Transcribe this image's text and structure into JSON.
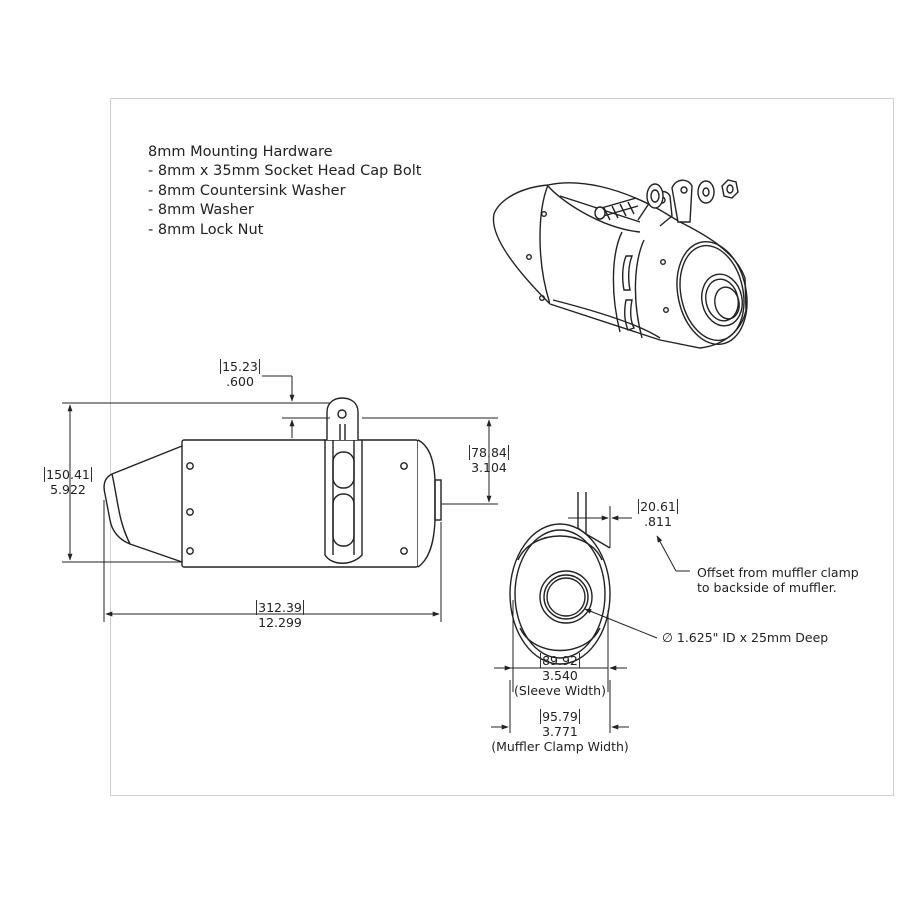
{
  "hardware": {
    "title": "8mm Mounting Hardware",
    "items": [
      "- 8mm x 35mm Socket Head Cap Bolt",
      "- 8mm Countersink Washer",
      "- 8mm Washer",
      "- 8mm Lock Nut"
    ]
  },
  "dimensions": {
    "bracket_offset": {
      "mm": "15.23",
      "in": ".600"
    },
    "overall_height": {
      "mm": "150.41",
      "in": "5.922"
    },
    "clamp_to_outlet": {
      "mm": "78.84",
      "in": "3.104"
    },
    "overall_length": {
      "mm": "312.39",
      "in": "12.299"
    },
    "clamp_offset": {
      "mm": "20.61",
      "in": ".811"
    },
    "sleeve_width": {
      "mm": "89.92",
      "in": "3.540",
      "label": "(Sleeve Width)"
    },
    "clamp_width": {
      "mm": "95.79",
      "in": "3.771",
      "label": "(Muffler Clamp Width)"
    }
  },
  "annotations": {
    "offset_note_line1": "Offset from muffler clamp",
    "offset_note_line2": "to backside of muffler.",
    "bore_note": "∅ 1.625\" ID x 25mm Deep"
  }
}
